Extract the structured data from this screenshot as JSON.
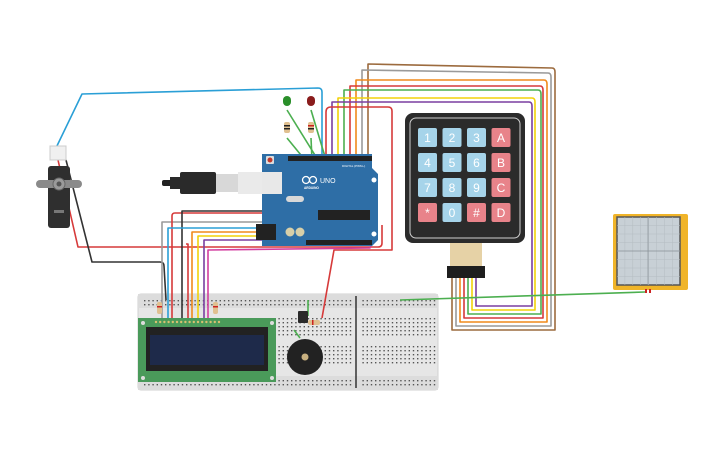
{
  "diagram": {
    "title": "Arduino circuit with keypad, LCD, servo, LEDs, buzzer and touch sensor",
    "colors": {
      "background": "#ffffff",
      "arduino_board": "#2e6ea6",
      "breadboard": "#e8e8e8",
      "lcd_pcb": "#4a9a5a",
      "lcd_screen": "#1e2a4a",
      "keypad_body": "#2b2b2b",
      "key_blue": "#a6d4ea",
      "key_red": "#e8838a",
      "touch_frame": "#f0b429",
      "wire_blue": "#2a9fd6",
      "wire_red": "#d63a3a",
      "wire_black": "#333333",
      "wire_green": "#4caf50",
      "wire_yellow": "#f2d20a",
      "wire_orange": "#f08a1c",
      "wire_purple": "#7a3fa0",
      "wire_gray": "#9a9a9a",
      "wire_brown": "#9c6b3e",
      "wire_pink": "#d33fa0"
    },
    "arduino": {
      "brand": "ARDUINO",
      "model": "UNO",
      "header_label": "DIGITAL (PWM~)"
    },
    "keypad": {
      "keys": [
        {
          "label": "1",
          "type": "num"
        },
        {
          "label": "2",
          "type": "num"
        },
        {
          "label": "3",
          "type": "num"
        },
        {
          "label": "A",
          "type": "letter"
        },
        {
          "label": "4",
          "type": "num"
        },
        {
          "label": "5",
          "type": "num"
        },
        {
          "label": "6",
          "type": "num"
        },
        {
          "label": "B",
          "type": "letter"
        },
        {
          "label": "7",
          "type": "num"
        },
        {
          "label": "8",
          "type": "num"
        },
        {
          "label": "9",
          "type": "num"
        },
        {
          "label": "C",
          "type": "letter"
        },
        {
          "label": "*",
          "type": "letter"
        },
        {
          "label": "0",
          "type": "num"
        },
        {
          "label": "#",
          "type": "letter"
        },
        {
          "label": "D",
          "type": "letter"
        }
      ]
    },
    "components": {
      "servo": "servo-motor",
      "led_green": "green LED",
      "led_red": "red LED",
      "lcd": "16x2 LCD",
      "buzzer": "piezo buzzer",
      "transistor": "transistor",
      "touch_sensor": "touch sensor",
      "usb_cable": "USB cable"
    }
  }
}
